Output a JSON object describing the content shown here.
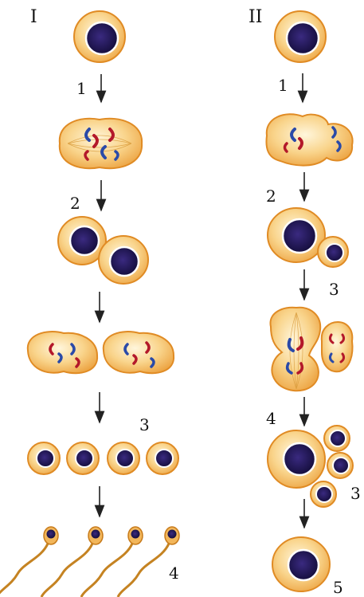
{
  "columns": [
    {
      "roman": "I",
      "labels": [
        "1",
        "2",
        "3",
        "4"
      ]
    },
    {
      "roman": "II",
      "labels": [
        "1",
        "2",
        "3",
        "4",
        "3",
        "5"
      ]
    }
  ],
  "colors": {
    "cytoplasm": "#f6c777",
    "membrane": "#e59a2e",
    "nucleus": "#241a5c",
    "chromosome_red": "#b3182a",
    "chromosome_blue": "#2a4aa8",
    "arrow": "#222222"
  }
}
